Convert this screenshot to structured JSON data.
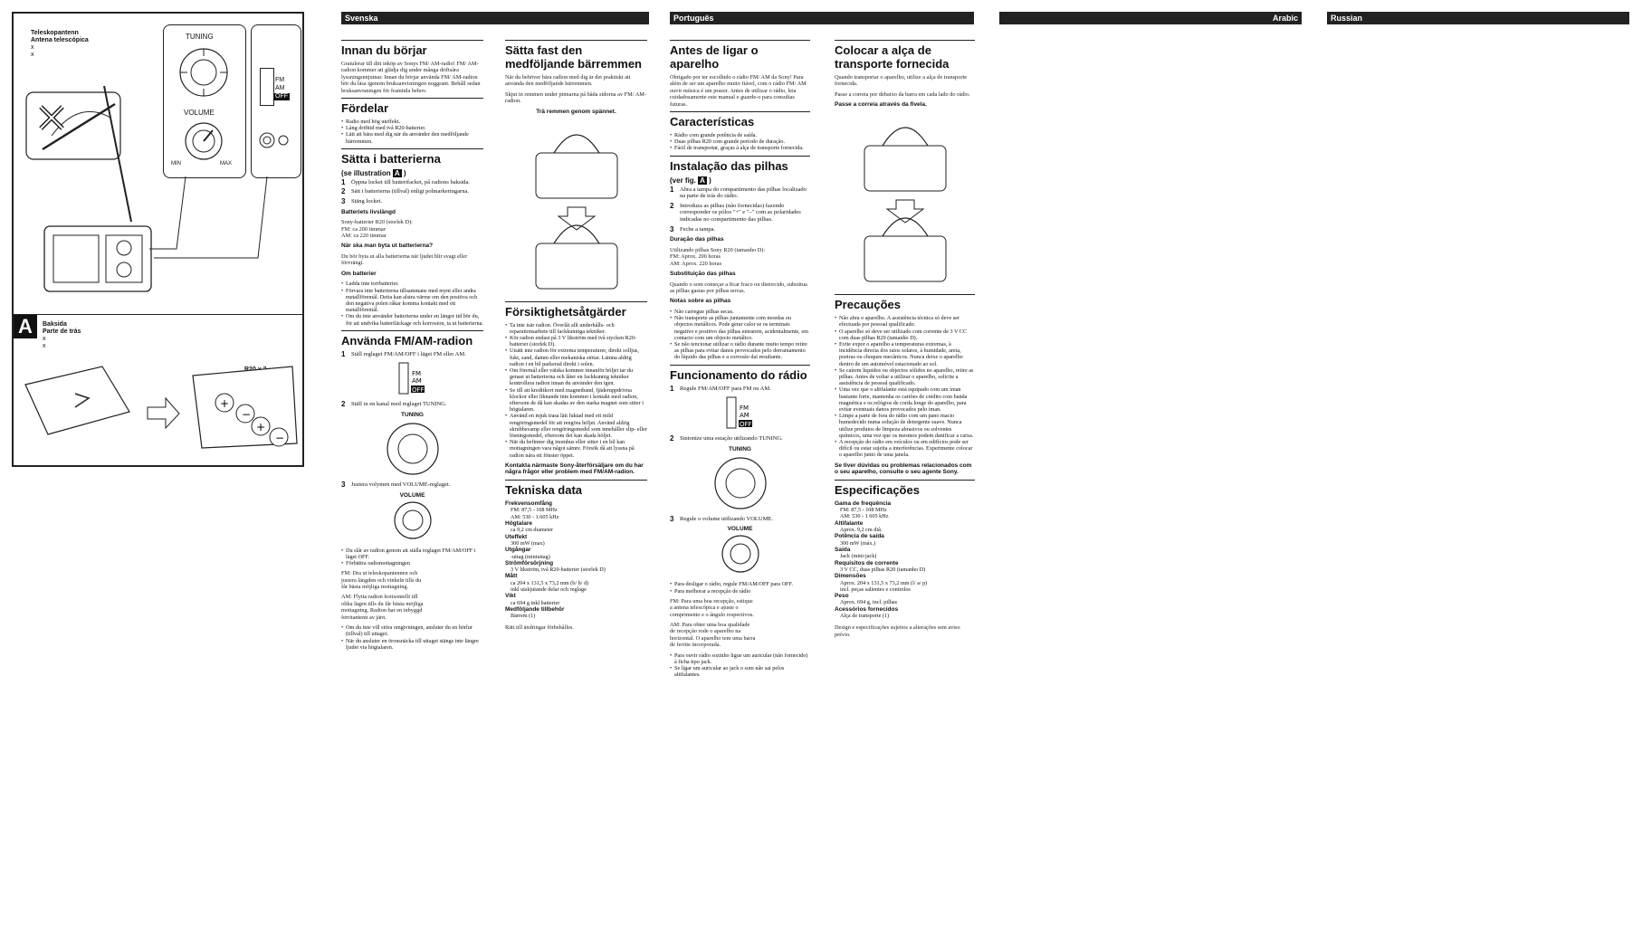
{
  "figure": {
    "antenna_label_sv": "Teleskopantenn",
    "antenna_label_pt": "Antena telescópica",
    "antenna_x1": "x",
    "antenna_x2": "x",
    "tuning": "TUNING",
    "volume": "VOLUME",
    "min": "MIN",
    "max": "MAX",
    "fm": "FM",
    "am": "AM",
    "off": "OFF",
    "badge": "A",
    "back_sv": "Baksida",
    "back_pt": "Parte de trás",
    "back_x1": "x",
    "back_x2": "x",
    "r20": "R20 x 2"
  },
  "headers": {
    "svenska": "Svenska",
    "portugues": "Português",
    "arabic": "Arabic",
    "russian": "Russian"
  },
  "sv": {
    "t1": "Innan du börjar",
    "p1": "Gratulerar till ditt inköp av Sonys FM/ AM-radio! FM/ AM-radion kommer att glädja dig under många driftsåra lyssningsnnjutnar. Innan du börjar använda FM/ AM-radion bör du läsa igenom bruksanvisningen noggrant. Behåll sedan bruksanvisningen för framtida behov.",
    "t2": "Fördelar",
    "b2": [
      "Radio med hög uteffekt.",
      "Lång drifttid med två R20-batterier.",
      "Lätt att bära med dig när du använder den medföljande bärremmen."
    ],
    "t3": "Sätta i batterierna",
    "t3sub": "(se illustration",
    "s3": [
      "Öppna locket till batterifacket, på radions baksida.",
      "Sätt i batterierna (tillval) enligt polmarkeringarna.",
      "Stäng locket."
    ],
    "bl_title": "Batteriets livslängd",
    "bl_lines": [
      "Sony-batterier R20 (storlek D):",
      "FM: ca 200 timmar",
      "AM: ca 220 timmar"
    ],
    "when_title": "När ska man byta ut batterierna?",
    "when_text": "Du bör byta ut alla batterierna när ljudet blir svagt eller förvrängt.",
    "about_title": "Om batterier",
    "about": [
      "Ladda inte torrbatterier.",
      "Förvara inte batterierna tillsammans med mynt eller andra metallföremål. Detta kan alstra värme om den positiva och den negativa polen råkar komma kontakt med ett metallföremål.",
      "Om du inte använder batterierna under en längre tid bör du, för att undvika batteriläckage och korrosion, ta ut batterierna."
    ],
    "t4": "Använda FM/AM-radion",
    "s4": [
      "Ställ reglaget FM/AM/OFF i läget FM eller AM.",
      "Ställ in en kanal med reglaget TUNING.",
      "Justera volymen med VOLUME-reglaget."
    ],
    "b4": [
      "Du slår av radion genom att ställa reglaget FM/AM/OFF i läget OFF.",
      "Förbättra radiomottagningen"
    ],
    "fm_t": "FM: Dra ut teleskopantennen och justera längden och vinkeln tills du får bästa möjliga mottagning.",
    "am_t": "AM: Flytta radion horisontellt till olika lägen tills du får bästa möjliga mottagning. Radion har en inbyggd ferritantenn av järn.",
    "b5": [
      "Om du inte vill störa omgivningen, ansluter du en hörlur (tillval) till uttaget.",
      "När du ansluter en öronsnäcka till uttaget stängs inte längre ljudet via högtalaren."
    ],
    "t5": "Sätta fast den medföljande bärremmen",
    "p5": "När du behöver bära radion med dig är det praktiskt att använda den medföljande bärremmen.",
    "p5b": "Skjut in remmen under pinnarna på båda sidorna av FM/ AM-radion.",
    "strap_label": "Trä remmen genom spännet.",
    "t6": "Försiktighetsåtgärder",
    "b6": [
      "Ta inte isär radion. Överlåt allt underhålls- och reparationsarbete till fackkunniga tekniker.",
      "Kör radion endast på 3 V likström med två stycken R20-batterier (storlek D).",
      "Utsätt inte radion för extrema temperaturer, direkt solljus, fukt, sand, damm eller mekaniska stötar. Lämna aldrig radion i en bil parkerad direkt i solen.",
      "Om föremål eller vätska kommer innanför höljet tar du genast ut batterierna och låter en fackkunnig tekniker kontrollera radion innan du använder den igen.",
      "Se till att kreditkort med magnetband, fjäderuppdrivna klockor eller liknande inte kommer i kontakt med radion, eftersom de då kan skadas av den starka magnet som sitter i högtalaren.",
      "Använd en mjuk trasa lätt fuktad med ett mild rengöringsmedel för att rengöra höljet. Använd aldrig skrubbsvamp eller rengöringsmedel som innehåller slip- eller lösningsmedel, eftersom det kan skada höljet.",
      "När du befinner dig inomhus eller sitter i en bil kan mottagningen vara något sämre. Försök då att lyssna på radion nära ett fönster öppet."
    ],
    "contact": "Kontakta närmaste Sony-återförsäljare om du har några frågor eller problem med FM/AM-radion.",
    "t7": "Tekniska data",
    "spec": [
      {
        "k": "Frekvensomfång",
        "v": [
          "FM: 87,5 - 108 MHz",
          "AM: 530 - 1.605 kHz"
        ]
      },
      {
        "k": "Högtalare",
        "v": [
          "ca 9,2 cm diameter"
        ]
      },
      {
        "k": "Uteffekt",
        "v": [
          "300 mW (max)"
        ]
      },
      {
        "k": "Utgångar",
        "v": [
          "-uttag (miniuttag)"
        ]
      },
      {
        "k": "Strömförsörjning",
        "v": [
          "3 V likström, två R20-batterier (storlek D)"
        ]
      },
      {
        "k": "Mått",
        "v": [
          "ca 204 x 131,5 x 73,2 mm (b/ h/ d)",
          "inkl utskjutande delar och reglage"
        ]
      },
      {
        "k": "Vikt",
        "v": [
          "ca 694 g inkl batterier"
        ]
      },
      {
        "k": "Medföljande tillbehör",
        "v": [
          "Bärrem (1)"
        ]
      }
    ],
    "design": "Rätt till ändringar förbehålles."
  },
  "pt": {
    "t1": "Antes de ligar o aparelho",
    "p1": "Obrigado por ter escolhido o rádio FM/ AM da Sony! Para além de ser um aparelho muito fiável, com o rádio FM/ AM ouvir música é um prazer. Antes de utilizar o rádio, leia cuidadosamente este manual e guarde-o para consultas futuras.",
    "t2": "Características",
    "b2": [
      "Rádio com grande potência de saída.",
      "Duas pilhas R20 com grande período de duração.",
      "Fácil de transportar, graças à alça de transporte fornecida."
    ],
    "t3": "Instalação das pilhas",
    "t3sub": "(ver fig.",
    "s3": [
      "Abra a tampa do compartimento das pilhas localizado na parte de trás do rádio.",
      "Introduza as pilhas (não fornecidas) fazendo corresponder os pólos \"+\" e \"–\" com as polaridades indicadas no compartimento das pilhas.",
      "Feche a tampa."
    ],
    "dur_title": "Duração das pilhas",
    "dur_lines": [
      "Utilizando pilhas Sony R20 (tamanho D):",
      "FM: Aprox. 200 horas",
      "AM: Aprox. 220 horas"
    ],
    "sub_title": "Substituição das pilhas",
    "sub_text": "Quando o som começar a ficar fraco ou distorcido, substitua as pilhas gastas por pilhas novas.",
    "notes_title": "Notas sobre as pilhas",
    "notes": [
      "Não carregue pilhas secas.",
      "Não transporte as pilhas juntamente com moedas ou objectos metálicos. Pode gerar calor se os terminais negativo e positivo das pilhas entrarem, acidentalmente, em contacto com um objecto metálico.",
      "Se não tencionar utilizar o rádio durante muito tempo retire as pilhas para evitar danos provocados pelo derramamento do líquido das pilhas e a corrosão daí resultante."
    ],
    "t4": "Funcionamento do rádio",
    "s4": [
      "Regule FM/AM/OFF para FM ou AM.",
      "Sintonize uma estação utilizando TUNING.",
      "Regule o volume utilizando VOLUME."
    ],
    "b4": [
      "Para desligar o rádio, regule FM/AM/OFF para OFF.",
      "Para melhorar a recepção de rádio"
    ],
    "fm_t": "FM: Para uma boa recepção, estique a antena telescópica e ajuste o comprimento e o ângulo respectivos.",
    "am_t": "AM: Para obter uma boa qualidade de recepção rode o aparelho na horizontal. O aparelho tem uma barra de ferrite incorporada.",
    "b5": [
      "Para ouvir rádio sozinho ligue um auricular (não fornecido) à ficha tipo jack.",
      "Se ligar um auricular ao jack o som não sai pelos altifalantes."
    ],
    "t5": "Colocar a alça de transporte fornecida",
    "p5": "Quando transportar o aparelho, utilize a alça de transporte fornecida.",
    "p5b": "Passe a correia por debaixo da barra em cada lado do rádio.",
    "strap_label": "Passe a correia através da fivela.",
    "t6": "Precauções",
    "b6": [
      "Não abra o aparelho. A assistência técnica só deve ser efectuada por pessoal qualificado.",
      "O aparelho só deve ser utilizado com corrente de 3 V CC com duas pilhas R20 (tamanho D).",
      "Evite expor o aparelho a temperaturas extremas, à incidência directa dos raios solares, à humidade, areia, poeiras ou choques mecânicos. Nunca deixe o aparelho dentro de um automóvel estacionado ao sol.",
      "Se caírem líquidos ou objectos sólidos no aparelho, retire as pilhas. Antes de voltar a utilizar o aparelho, solicite a assistência de pessoal qualificado.",
      "Uma vez que o altifalante está equipado com um íman bastante forte, mantenha os cartões de crédito com banda magnética e os relógios de corda longe do aparelho, para evitar eventuais danos provocados pelo íman.",
      "Limpe a parte de fora do rádio com um pano macio humedecido numa solução de detergente suave. Nunca utilize produtos de limpeza abrasivos ou solventes químicos, uma vez que os mesmos podem danificar a caixa.",
      "A recepção do rádio em veículos ou em edifícios pode ser difícil ou estar sujeita a interferências. Experimente colocar o aparelho junto de uma janela."
    ],
    "contact": "Se tiver dúvidas ou problemas relacionados com o seu aparelho, consulte o seu agente Sony.",
    "t7": "Especificações",
    "spec": [
      {
        "k": "Gama de frequência",
        "v": [
          "FM: 87,5 - 108 MHz",
          "AM: 530 - 1 605 kHz"
        ]
      },
      {
        "k": "Altifalante",
        "v": [
          "Aprox. 9,2 cm diâ."
        ]
      },
      {
        "k": "Potência de saída",
        "v": [
          "300 mW (máx.)"
        ]
      },
      {
        "k": "Saída",
        "v": [
          "Jack (mini-jack)"
        ]
      },
      {
        "k": "Requisitos de corrente",
        "v": [
          "3 V CC, duas pilhas R20 (tamanho D)"
        ]
      },
      {
        "k": "Dimensões",
        "v": [
          "Aprox. 204 x 131,5 x 73,2 mm (l/ a/ p)",
          "incl. peças salientes e controlos"
        ]
      },
      {
        "k": "Peso",
        "v": [
          "Aprox. 694 g, incl. pilhas"
        ]
      },
      {
        "k": "Acessórios fornecidos",
        "v": [
          "Alça de transporte (1)"
        ]
      }
    ],
    "design": "Design e especificações sujeitos a alterações sem aviso prévio."
  }
}
